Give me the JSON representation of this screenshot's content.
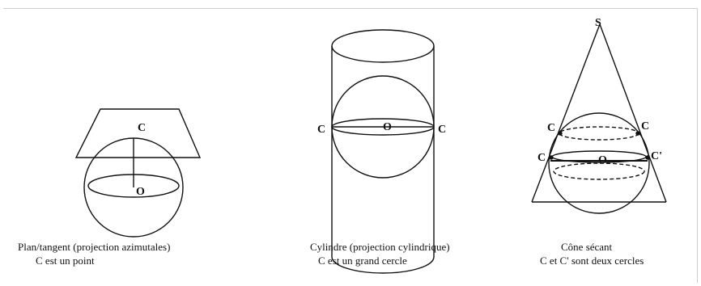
{
  "figures": {
    "plan": {
      "point_label": "C",
      "center_label": "O",
      "caption_line1": "Plan/tangent (projection azimutales)",
      "caption_line2": "C est un point"
    },
    "cylinder": {
      "left_label": "C",
      "right_label": "C",
      "center_label": "O",
      "caption_line1": "Cylindre (projection cylindrique)",
      "caption_line2": "C est un grand cercle"
    },
    "cone": {
      "apex_label": "S",
      "upper_left_label": "C",
      "upper_right_label": "C",
      "lower_left_label": "C",
      "lower_right_label": "C'",
      "center_label": "O",
      "caption_line1": "Cône sécant",
      "caption_line2": "C et C' sont deux cercles"
    }
  },
  "colors": {
    "stroke": "#111111",
    "background": "#ffffff"
  }
}
